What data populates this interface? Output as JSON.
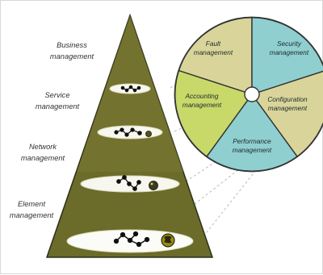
{
  "diagram": {
    "layers": [
      {
        "line1": "Business",
        "line2": "management"
      },
      {
        "line1": "Service",
        "line2": "management"
      },
      {
        "line1": "Network",
        "line2": "management"
      },
      {
        "line1": "Element",
        "line2": "management"
      }
    ],
    "functions": [
      {
        "line1": "Fault",
        "line2": "management",
        "color": "#d9d59a"
      },
      {
        "line1": "Security",
        "line2": "management",
        "color": "#8fcfd0"
      },
      {
        "line1": "Configuration",
        "line2": "management",
        "color": "#d9d59a"
      },
      {
        "line1": "Performance",
        "line2": "management",
        "color": "#8fcfd0"
      },
      {
        "line1": "Accounting",
        "line2": "management",
        "color": "#c8d96a"
      }
    ],
    "colors": {
      "pyramid": "#6b6b2a",
      "pyramid_outline": "#2d2f19",
      "wheel_outline": "#333333",
      "ellipse": "#fbfbf7",
      "dashed_lines": "#b9b9b9"
    }
  }
}
